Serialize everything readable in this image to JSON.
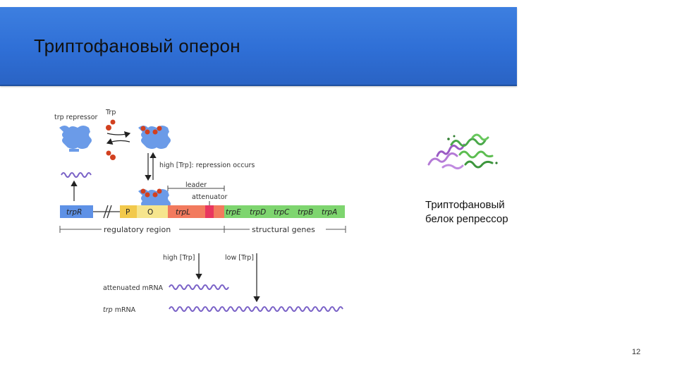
{
  "slide": {
    "title": "Триптофановый оперон",
    "caption_line1": "Триптофановый",
    "caption_line2": "белок репрессор",
    "page_number": "12"
  },
  "diagram": {
    "trp_repressor_label": "trp repressor",
    "trp_label": "Trp",
    "high_trp_repression": "high [Trp]: repression occurs",
    "leader_label": "leader",
    "attenuator_label": "attenuator",
    "genes": {
      "trpR": "trpR",
      "P": "P",
      "O": "O",
      "trpL": "trpL",
      "trpE": "trpE",
      "trpD": "trpD",
      "trpC": "trpC",
      "trpB": "trpB",
      "trpA": "trpA"
    },
    "regulatory_region": "regulatory region",
    "structural_genes": "structural genes",
    "high_trp": "high [Trp]",
    "low_trp": "low [Trp]",
    "attenuated_mrna": "attenuated mRNA",
    "trp_mrna_prefix": "trp",
    "trp_mrna_suffix": " mRNA"
  },
  "colors": {
    "title_bar": "#2f6fd6",
    "repressor": "#6b9be8",
    "tryptophan": "#d2401f",
    "trpR_box": "#5e91e6",
    "promoter": "#f2c94c",
    "operator": "#f6e58d",
    "leader": "#f27a5e",
    "attenuator": "#e8365f",
    "structural": "#7ed56f",
    "mrna": "#7a62c7"
  }
}
